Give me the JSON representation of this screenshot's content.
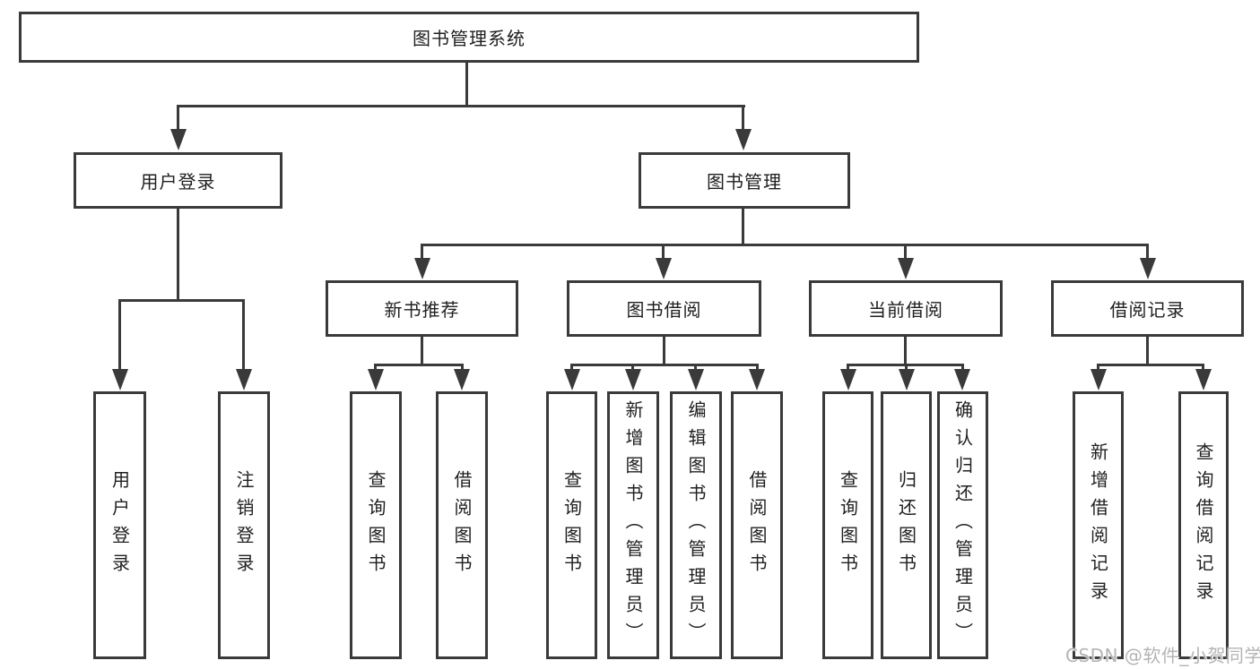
{
  "tree": {
    "root": "图书管理系统",
    "branches": [
      {
        "label": "用户登录",
        "children": [
          "用户登录",
          "注销登录"
        ]
      },
      {
        "label": "图书管理",
        "groups": [
          {
            "label": "新书推荐",
            "children": [
              "查询图书",
              "借阅图书"
            ]
          },
          {
            "label": "图书借阅",
            "children": [
              "查询图书",
              "新增图书（管理员）",
              "编辑图书（管理员）",
              "借阅图书"
            ]
          },
          {
            "label": "当前借阅",
            "children": [
              "查询图书",
              "归还图书",
              "确认归还（管理员）"
            ]
          },
          {
            "label": "借阅记录",
            "children": [
              "新增借阅记录",
              "查询借阅记录"
            ]
          }
        ]
      }
    ]
  },
  "watermark": {
    "text": "CSDN @软件_小贺同学",
    "color": "#b4b4b4"
  },
  "colors": {
    "line": "#3a3a3a",
    "text": "#1f1f1f",
    "box_background": "#ffffff",
    "page_background": "#ffffff",
    "watermark": "#b4b4b4"
  }
}
